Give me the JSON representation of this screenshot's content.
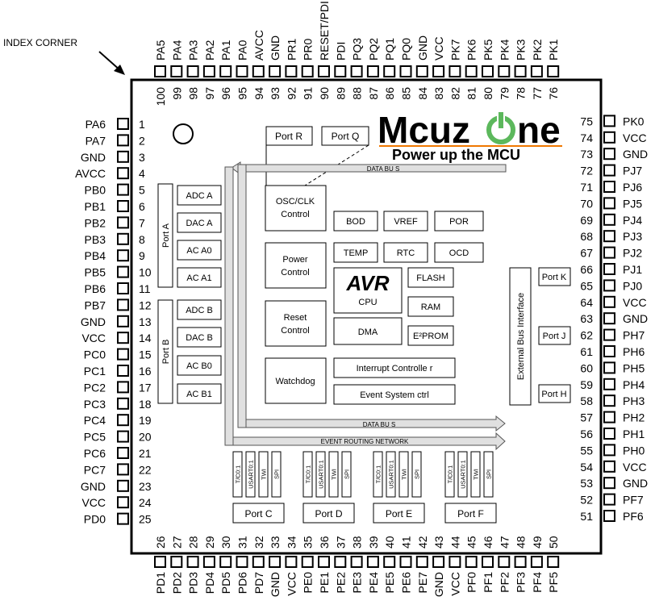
{
  "index_corner_label": "INDEX CORNER",
  "brand": {
    "name_pre": "Mcuz",
    "name_post": "ne",
    "tagline": "Power up the MCU",
    "accent": "#5cb85c",
    "rule": "#f07800"
  },
  "pins": {
    "left": [
      {
        "n": "1",
        "name": "PA6"
      },
      {
        "n": "2",
        "name": "PA7"
      },
      {
        "n": "3",
        "name": "GND"
      },
      {
        "n": "4",
        "name": "AVCC"
      },
      {
        "n": "5",
        "name": "PB0"
      },
      {
        "n": "6",
        "name": "PB1"
      },
      {
        "n": "7",
        "name": "PB2"
      },
      {
        "n": "8",
        "name": "PB3"
      },
      {
        "n": "9",
        "name": "PB4"
      },
      {
        "n": "10",
        "name": "PB5"
      },
      {
        "n": "11",
        "name": "PB6"
      },
      {
        "n": "12",
        "name": "PB7"
      },
      {
        "n": "13",
        "name": "GND"
      },
      {
        "n": "14",
        "name": "VCC"
      },
      {
        "n": "15",
        "name": "PC0"
      },
      {
        "n": "16",
        "name": "PC1"
      },
      {
        "n": "17",
        "name": "PC2"
      },
      {
        "n": "18",
        "name": "PC3"
      },
      {
        "n": "19",
        "name": "PC4"
      },
      {
        "n": "20",
        "name": "PC5"
      },
      {
        "n": "21",
        "name": "PC6"
      },
      {
        "n": "22",
        "name": "PC7"
      },
      {
        "n": "23",
        "name": "GND"
      },
      {
        "n": "24",
        "name": "VCC"
      },
      {
        "n": "25",
        "name": "PD0"
      }
    ],
    "bottom": [
      {
        "n": "26",
        "name": "PD1"
      },
      {
        "n": "27",
        "name": "PD2"
      },
      {
        "n": "28",
        "name": "PD3"
      },
      {
        "n": "29",
        "name": "PD4"
      },
      {
        "n": "30",
        "name": "PD5"
      },
      {
        "n": "31",
        "name": "PD6"
      },
      {
        "n": "32",
        "name": "PD7"
      },
      {
        "n": "33",
        "name": "GND"
      },
      {
        "n": "34",
        "name": "VCC"
      },
      {
        "n": "35",
        "name": "PE0"
      },
      {
        "n": "36",
        "name": "PE1"
      },
      {
        "n": "37",
        "name": "PE2"
      },
      {
        "n": "38",
        "name": "PE3"
      },
      {
        "n": "39",
        "name": "PE4"
      },
      {
        "n": "40",
        "name": "PE5"
      },
      {
        "n": "41",
        "name": "PE6"
      },
      {
        "n": "42",
        "name": "PE7"
      },
      {
        "n": "43",
        "name": "GND"
      },
      {
        "n": "44",
        "name": "VCC"
      },
      {
        "n": "45",
        "name": "PF0"
      },
      {
        "n": "46",
        "name": "PF1"
      },
      {
        "n": "47",
        "name": "PF2"
      },
      {
        "n": "48",
        "name": "PF3"
      },
      {
        "n": "49",
        "name": "PF4"
      },
      {
        "n": "50",
        "name": "PF5"
      }
    ],
    "right": [
      {
        "n": "51",
        "name": "PF6"
      },
      {
        "n": "52",
        "name": "PF7"
      },
      {
        "n": "53",
        "name": "GND"
      },
      {
        "n": "54",
        "name": "VCC"
      },
      {
        "n": "55",
        "name": "PH0"
      },
      {
        "n": "56",
        "name": "PH1"
      },
      {
        "n": "57",
        "name": "PH2"
      },
      {
        "n": "58",
        "name": "PH3"
      },
      {
        "n": "59",
        "name": "PH4"
      },
      {
        "n": "60",
        "name": "PH5"
      },
      {
        "n": "61",
        "name": "PH6"
      },
      {
        "n": "62",
        "name": "PH7"
      },
      {
        "n": "63",
        "name": "GND"
      },
      {
        "n": "64",
        "name": "VCC"
      },
      {
        "n": "65",
        "name": "PJ0"
      },
      {
        "n": "66",
        "name": "PJ1"
      },
      {
        "n": "67",
        "name": "PJ2"
      },
      {
        "n": "68",
        "name": "PJ3"
      },
      {
        "n": "69",
        "name": "PJ4"
      },
      {
        "n": "70",
        "name": "PJ5"
      },
      {
        "n": "71",
        "name": "PJ6"
      },
      {
        "n": "72",
        "name": "PJ7"
      },
      {
        "n": "73",
        "name": "GND"
      },
      {
        "n": "74",
        "name": "VCC"
      },
      {
        "n": "75",
        "name": "PK0"
      }
    ],
    "top": [
      {
        "n": "76",
        "name": "PK1"
      },
      {
        "n": "77",
        "name": "PK2"
      },
      {
        "n": "78",
        "name": "PK3"
      },
      {
        "n": "79",
        "name": "PK4"
      },
      {
        "n": "80",
        "name": "PK5"
      },
      {
        "n": "81",
        "name": "PK6"
      },
      {
        "n": "82",
        "name": "PK7"
      },
      {
        "n": "83",
        "name": "VCC"
      },
      {
        "n": "84",
        "name": "GND"
      },
      {
        "n": "85",
        "name": "PQ0"
      },
      {
        "n": "86",
        "name": "PQ1"
      },
      {
        "n": "87",
        "name": "PQ2"
      },
      {
        "n": "88",
        "name": "PQ3"
      },
      {
        "n": "89",
        "name": "PDI"
      },
      {
        "n": "90",
        "name": "RESET/PDI"
      },
      {
        "n": "91",
        "name": "PR0"
      },
      {
        "n": "92",
        "name": "PR1"
      },
      {
        "n": "93",
        "name": "GND"
      },
      {
        "n": "94",
        "name": "AVCC"
      },
      {
        "n": "95",
        "name": "PA0"
      },
      {
        "n": "96",
        "name": "PA1"
      },
      {
        "n": "97",
        "name": "PA2"
      },
      {
        "n": "98",
        "name": "PA3"
      },
      {
        "n": "99",
        "name": "PA4"
      },
      {
        "n": "100",
        "name": "PA5"
      }
    ]
  },
  "ports": {
    "r": "Port R",
    "q": "Port Q",
    "a": "Port A",
    "b": "Port B",
    "c": "Port C",
    "d": "Port D",
    "e": "Port E",
    "f": "Port F",
    "k": "Port K",
    "j": "Port J",
    "h": "Port H"
  },
  "analog": {
    "adca": "ADC A",
    "daca": "DAC A",
    "aca0": "AC A0",
    "aca1": "AC A1",
    "adcb": "ADC B",
    "dacb": "DAC B",
    "acb0": "AC B0",
    "acb1": "AC B1"
  },
  "blocks": {
    "osc_line1": "OSC/CLK",
    "osc_line2": "Control",
    "power_line1": "Power",
    "power_line2": "Control",
    "reset_line1": "Reset",
    "reset_line2": "Control",
    "watchdog": "Watchdog",
    "bod": "BOD",
    "vref": "VREF",
    "por": "POR",
    "temp": "TEMP",
    "rtc": "RTC",
    "ocd": "OCD",
    "avr_logo": "AVR",
    "cpu": "CPU",
    "flash": "FLASH",
    "ram": "RAM",
    "dma": "DMA",
    "eeprom": "E²PROM",
    "interrupt": "Interrupt Controlle r",
    "event": "Event System ctrl",
    "ebi": "External Bus Interface"
  },
  "buses": {
    "data_top": "DATA BU  S",
    "data_bottom": "DATA BU  S",
    "event": "EVENT ROUTING NETWORK"
  },
  "peripherals": {
    "tc": "T/C0:1",
    "usart": "USART0:1",
    "twi": "TWI",
    "spi": "SPI"
  }
}
